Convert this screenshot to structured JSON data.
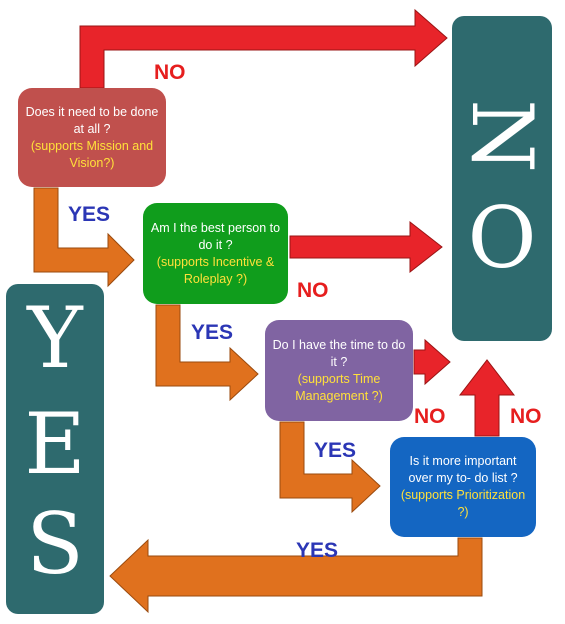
{
  "questions": [
    {
      "text": "Does it need to be done at all ?",
      "support": "(supports Mission and Vision?)",
      "color": "#c0504d"
    },
    {
      "text": "Am I the best person to do it ?",
      "support": "(supports Incentive & Roleplay ?)",
      "color": "#109d1c"
    },
    {
      "text": "Do I have the time to do it ?",
      "support": "(supports Time Management ?)",
      "color": "#8064a2"
    },
    {
      "text": "Is it more important over my to- do list ?",
      "support": "(supports Prioritization ?)",
      "color": "#1466c2"
    }
  ],
  "labels": {
    "no_1": "NO",
    "no_2": "NO",
    "no_3": "NO",
    "no_4": "NO",
    "yes_1": "YES",
    "yes_2": "YES",
    "yes_3": "YES",
    "yes_4": "YES"
  },
  "pillars": {
    "no": {
      "letters": [
        "N",
        "O"
      ]
    },
    "yes": {
      "letters": [
        "Y",
        "E",
        "S"
      ]
    }
  },
  "colors": {
    "no_arrow": "#e8242a",
    "yes_arrow": "#e0711e",
    "pillar": "#2e6a6e",
    "support_text": "#ffe03a",
    "no_text": "#e61e1e",
    "yes_text": "#2b36b5"
  }
}
